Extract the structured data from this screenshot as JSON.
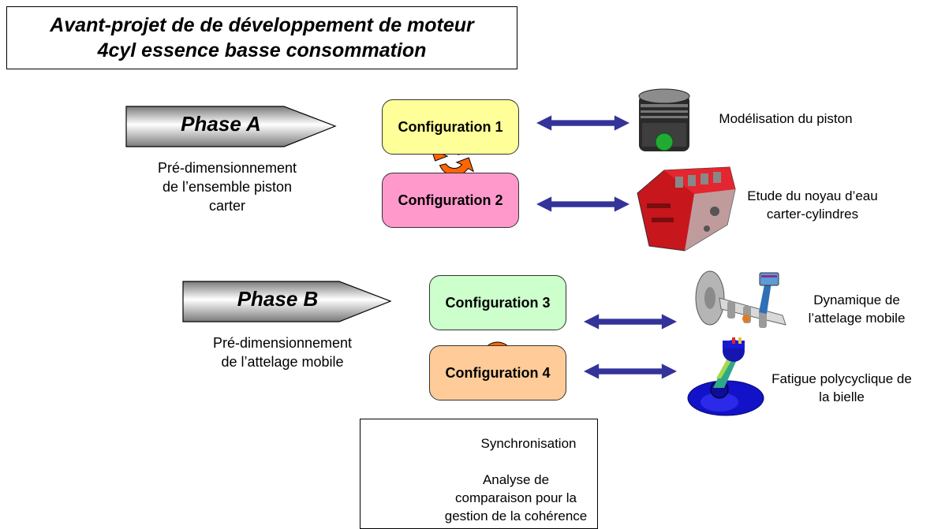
{
  "title": {
    "line1": "Avant-projet de de développement de moteur",
    "line2": "4cyl essence basse consommation"
  },
  "phases": [
    {
      "label": "Phase A",
      "description": [
        "Pré-dimensionnement",
        "de l’ensemble piston",
        "carter"
      ]
    },
    {
      "label": "Phase B",
      "description": [
        "Pré-dimensionnement",
        "de l’attelage mobile"
      ]
    }
  ],
  "configurations": [
    {
      "label": "Configuration 1",
      "color": "#FFFF99"
    },
    {
      "label": "Configuration 2",
      "color": "#FF99CC"
    },
    {
      "label": "Configuration 3",
      "color": "#CCFFCC"
    },
    {
      "label": "Configuration 4",
      "color": "#FFCC99"
    }
  ],
  "analyses": [
    {
      "label": "Modélisation du piston",
      "icon": "piston-icon"
    },
    {
      "label": [
        "Etude du noyau d’eau",
        "carter-cylindres"
      ],
      "icon": "engine-block-icon"
    },
    {
      "label": [
        "Dynamique de",
        "l’attelage mobile"
      ],
      "icon": "crankshaft-icon"
    },
    {
      "label": [
        "Fatigue polycyclique de",
        "la bielle"
      ],
      "icon": "connecting-rod-icon"
    }
  ],
  "legend": {
    "sync_label": "Synchronisation",
    "analysis_label": [
      "Analyse de",
      "comparaison pour la",
      "gestion de la cohérence"
    ]
  },
  "colors": {
    "sync_arrow": "#333399",
    "cycle_arrow": "#FF6600"
  }
}
